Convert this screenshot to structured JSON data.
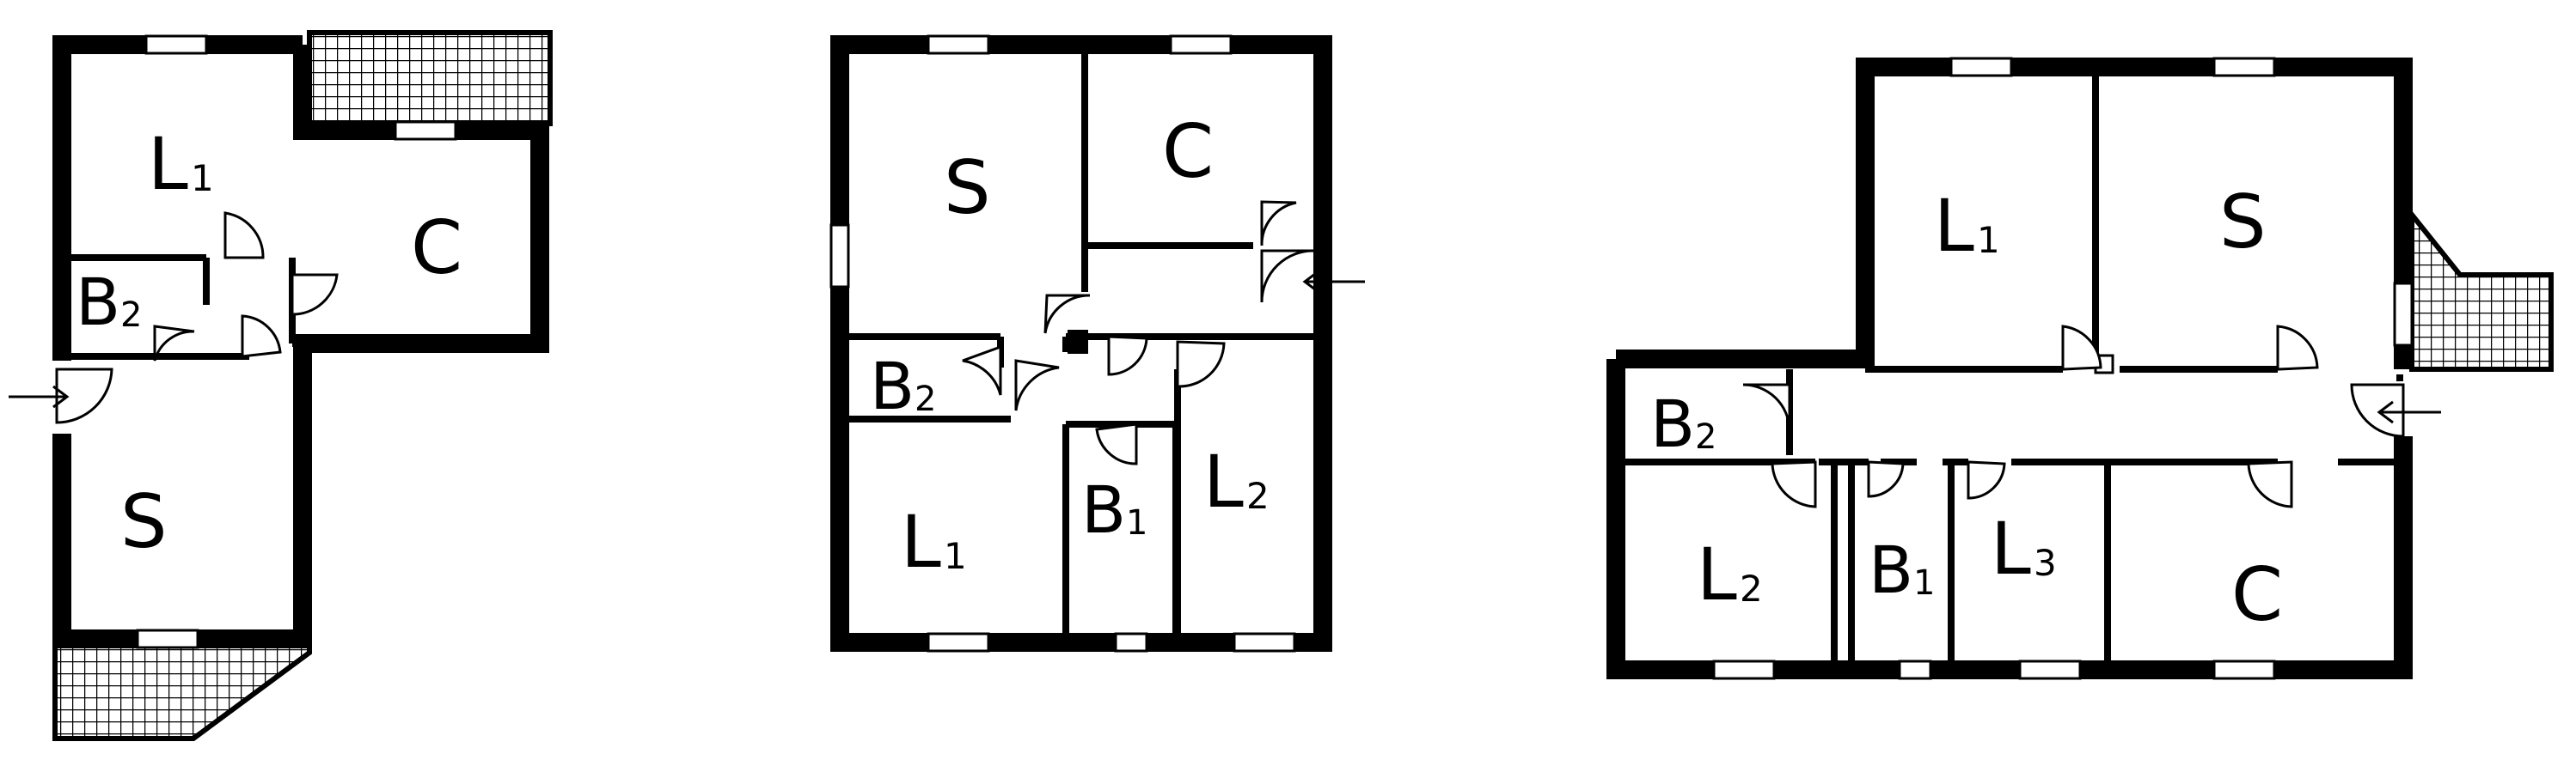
{
  "plans": [
    {
      "rooms": [
        {
          "id": "l1",
          "letter": "L",
          "sub": "1"
        },
        {
          "id": "b2",
          "letter": "B",
          "sub": "2"
        },
        {
          "id": "c",
          "letter": "C",
          "sub": ""
        },
        {
          "id": "s",
          "letter": "S",
          "sub": ""
        }
      ]
    },
    {
      "rooms": [
        {
          "id": "s",
          "letter": "S",
          "sub": ""
        },
        {
          "id": "c",
          "letter": "C",
          "sub": ""
        },
        {
          "id": "b2",
          "letter": "B",
          "sub": "2"
        },
        {
          "id": "l1",
          "letter": "L",
          "sub": "1"
        },
        {
          "id": "b1",
          "letter": "B",
          "sub": "1"
        },
        {
          "id": "l2",
          "letter": "L",
          "sub": "2"
        }
      ]
    },
    {
      "rooms": [
        {
          "id": "l1",
          "letter": "L",
          "sub": "1"
        },
        {
          "id": "s",
          "letter": "S",
          "sub": ""
        },
        {
          "id": "b2",
          "letter": "B",
          "sub": "2"
        },
        {
          "id": "l2",
          "letter": "L",
          "sub": "2"
        },
        {
          "id": "b1",
          "letter": "B",
          "sub": "1"
        },
        {
          "id": "l3",
          "letter": "L",
          "sub": "3"
        },
        {
          "id": "c",
          "letter": "C",
          "sub": ""
        }
      ]
    }
  ]
}
